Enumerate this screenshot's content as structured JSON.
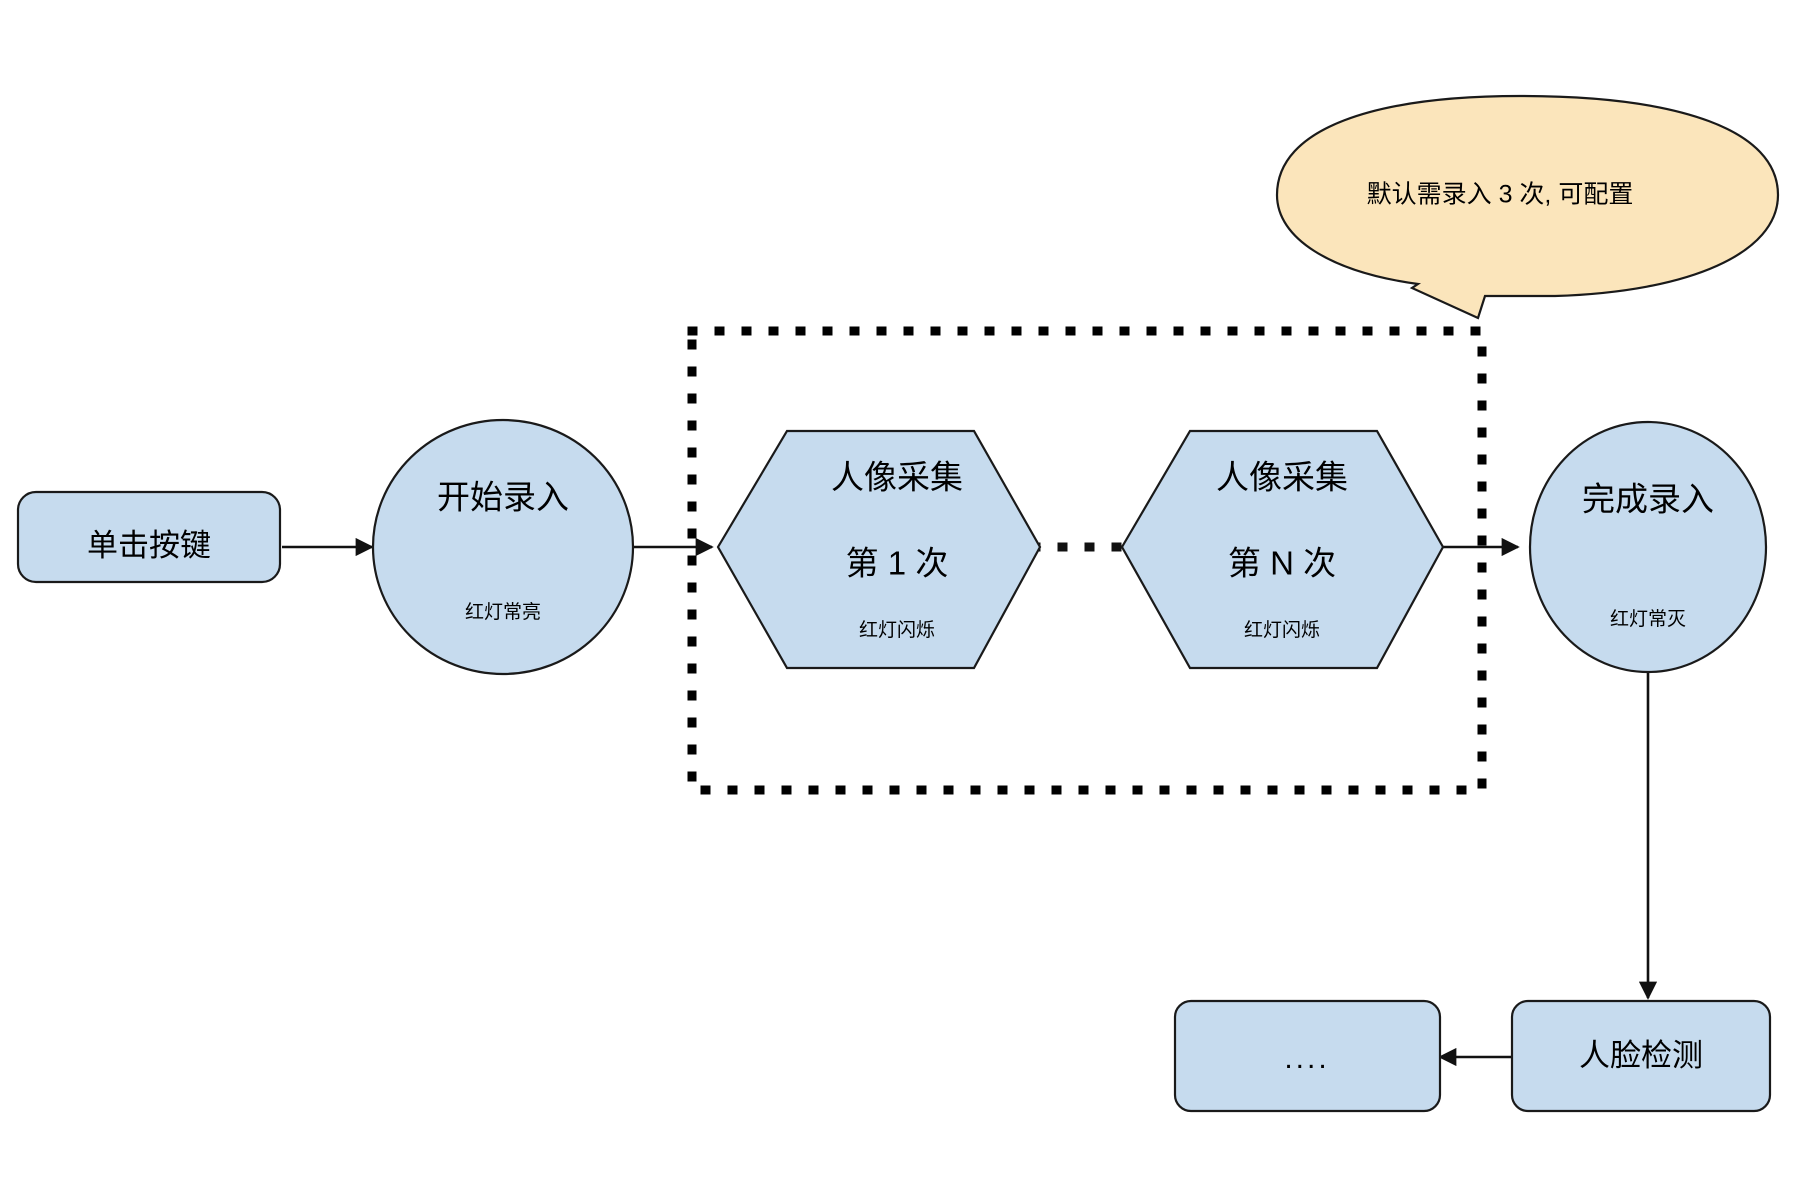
{
  "diagram": {
    "title_text": "",
    "colors": {
      "node_fill": "#c6dbee",
      "node_stroke": "#1a1a1a",
      "callout_fill": "#fbe5bb",
      "callout_stroke": "#1a1a1a",
      "connector": "#111111",
      "group_frame": "#000000",
      "background": "#ffffff"
    },
    "nodes": {
      "click_button": {
        "label": "单击按键",
        "shape": "rounded-rect"
      },
      "start_enroll": {
        "label": "开始录入",
        "sub_label": "红灯常亮",
        "shape": "ellipse"
      },
      "capture_first": {
        "label_line1": "人像采集",
        "label_line2": "第 1 次",
        "sub_label": "红灯闪烁",
        "shape": "hexagon"
      },
      "capture_nth": {
        "label_line1": "人像采集",
        "label_line2": "第 N 次",
        "sub_label": "红灯闪烁",
        "shape": "hexagon"
      },
      "finish_enroll": {
        "label": "完成录入",
        "sub_label": "红灯常灭",
        "shape": "ellipse"
      },
      "face_detect": {
        "label": "人脸检测",
        "shape": "rounded-rect"
      },
      "more_steps": {
        "label": "....",
        "shape": "rounded-rect"
      }
    },
    "callout": {
      "text": "默认需录入 3 次, 可配置",
      "shape": "speech-ellipse"
    },
    "ellipsis_between_captures": "....",
    "group_frame_label": ""
  }
}
